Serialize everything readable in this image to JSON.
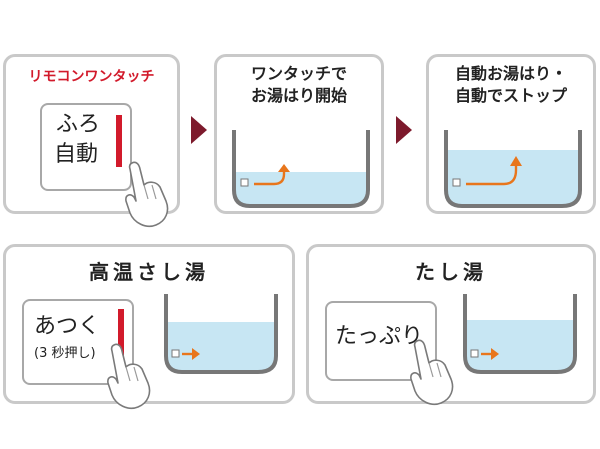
{
  "step1": {
    "title": "リモコンワンタッチ",
    "button_line1": "ふろ",
    "button_line2": "自動"
  },
  "step2": {
    "title_line1": "ワンタッチで",
    "title_line2": "お湯はり開始"
  },
  "step3": {
    "title_line1": "自動お湯はり・",
    "title_line2": "自動でストップ"
  },
  "step4": {
    "title": "高温さし湯",
    "button_label": "あつく",
    "button_sub": "(3 秒押し)"
  },
  "step5": {
    "title": "たし湯",
    "button_label": "たっぷり"
  },
  "colors": {
    "accent_red": "#d21a2b",
    "water": "#c7e6f3",
    "tub_outline": "#777777",
    "next_arrow": "#7d1a2c",
    "flow_arrow": "#e8761c"
  }
}
